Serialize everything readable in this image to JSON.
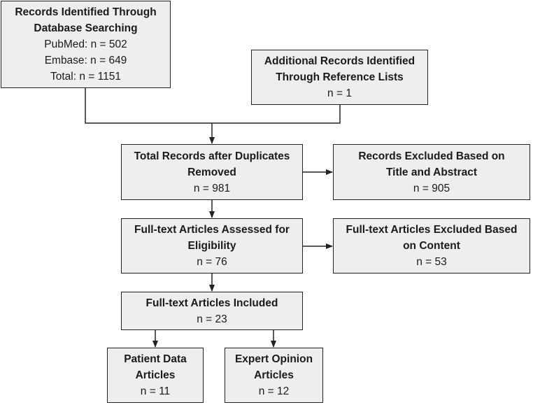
{
  "boxes": {
    "db_search": {
      "title": [
        "Records Identified Through",
        "Database Searching"
      ],
      "lines": [
        "PubMed: n = 502",
        "Embase: n = 649",
        "Total: n = 1151"
      ]
    },
    "additional": {
      "title": [
        "Additional Records Identified",
        "Through Reference Lists"
      ],
      "lines": [
        "n = 1"
      ]
    },
    "after_duplicates": {
      "title": [
        "Total Records after Duplicates",
        "Removed"
      ],
      "lines": [
        "n = 981"
      ]
    },
    "excluded_title_abstract": {
      "title": [
        "Records Excluded Based on",
        "Title and Abstract"
      ],
      "lines": [
        "n = 905"
      ]
    },
    "assessed": {
      "title": [
        "Full-text Articles Assessed for",
        "Eligibility"
      ],
      "lines": [
        "n = 76"
      ]
    },
    "excluded_content": {
      "title": [
        "Full-text Articles Excluded Based",
        "on Content"
      ],
      "lines": [
        "n = 53"
      ]
    },
    "included": {
      "title": [
        "Full-text Articles Included"
      ],
      "lines": [
        "n = 23"
      ]
    },
    "patient_data": {
      "title": [
        "Patient Data",
        "Articles"
      ],
      "lines": [
        "n = 11"
      ]
    },
    "expert_opinion": {
      "title": [
        "Expert Opinion",
        "Articles"
      ],
      "lines": [
        "n = 12"
      ]
    }
  }
}
